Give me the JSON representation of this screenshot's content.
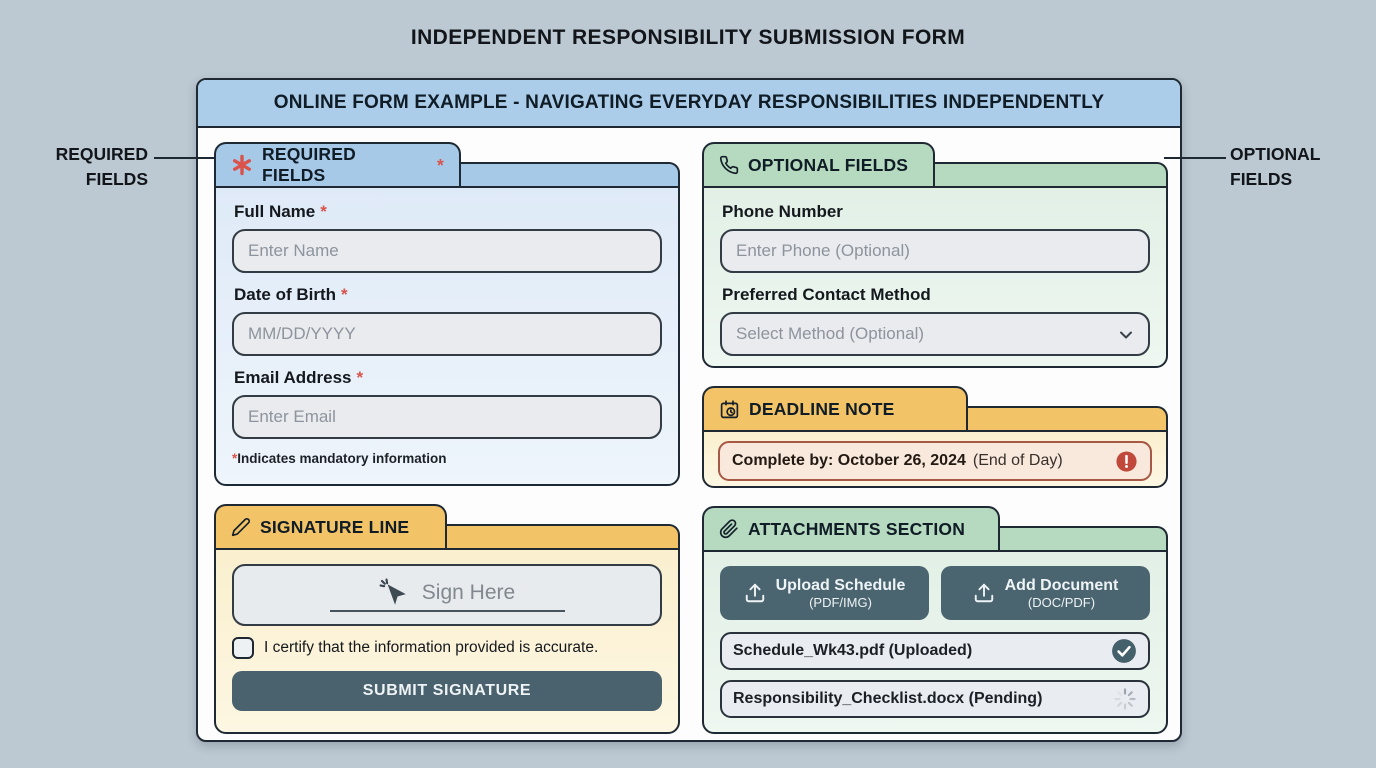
{
  "page": {
    "title": "INDEPENDENT RESPONSIBILITY SUBMISSION FORM"
  },
  "annotations": {
    "left": {
      "line1": "REQUIRED",
      "line2": "FIELDS"
    },
    "right": {
      "line1": "OPTIONAL",
      "line2": "FIELDS"
    }
  },
  "form": {
    "header": "ONLINE FORM EXAMPLE - NAVIGATING EVERYDAY RESPONSIBILITIES INDEPENDENTLY",
    "required": {
      "title": "REQUIRED FIELDS",
      "title_mark": "*",
      "fields": [
        {
          "label": "Full Name",
          "mark": "*",
          "placeholder": "Enter Name"
        },
        {
          "label": "Date of Birth",
          "mark": "*",
          "placeholder": "MM/DD/YYYY"
        },
        {
          "label": "Email Address",
          "mark": "*",
          "placeholder": "Enter Email"
        }
      ],
      "footnote_mark": "*",
      "footnote_text": "Indicates mandatory information"
    },
    "signature": {
      "title": "SIGNATURE LINE",
      "sign_placeholder": "Sign Here",
      "certify_label": "I certify that the information provided is accurate.",
      "submit_label": "SUBMIT SIGNATURE"
    },
    "optional": {
      "title": "OPTIONAL FIELDS",
      "phone_label": "Phone Number",
      "phone_placeholder": "Enter Phone (Optional)",
      "contact_label": "Preferred Contact Method",
      "contact_placeholder": "Select Method (Optional)"
    },
    "deadline": {
      "title": "DEADLINE NOTE",
      "note_bold": "Complete by: October 26, 2024",
      "note_regular": "(End of Day)"
    },
    "attachments": {
      "title": "ATTACHMENTS SECTION",
      "buttons": [
        {
          "label": "Upload Schedule",
          "sub": "(PDF/IMG)"
        },
        {
          "label": "Add Document",
          "sub": "(DOC/PDF)"
        }
      ],
      "files": [
        {
          "name": "Schedule_Wk43.pdf (Uploaded)",
          "status": "uploaded"
        },
        {
          "name": "Responsibility_Checklist.docx (Pending)",
          "status": "pending"
        }
      ]
    }
  },
  "colors": {
    "page_background": "#bcc8d2",
    "accent_red": "#d9534a",
    "tab_blue": "#a6c9e8",
    "tab_green": "#b5dabf",
    "tab_orange": "#f3c467",
    "button_dark": "#4a626d",
    "note_border": "#a75847",
    "warning_red": "#c0493c"
  }
}
